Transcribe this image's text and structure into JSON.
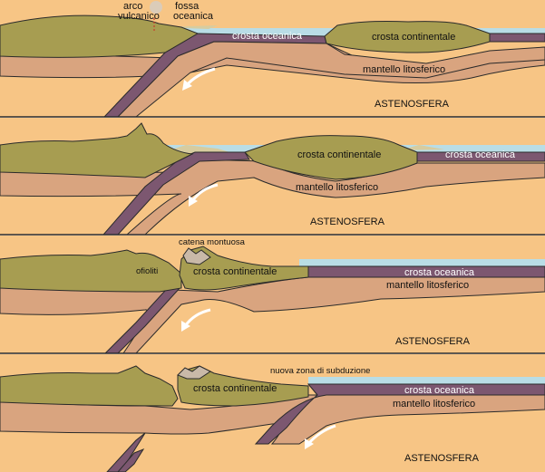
{
  "colors": {
    "asthenosphere": "#f7c585",
    "lithospheric_mantle": "#d9a47f",
    "continental_crust": "#a79d51",
    "oceanic_crust": "#7c5770",
    "ocean": "#b9dde6",
    "beach": "#d7cc9f",
    "outline": "#2a2a2a",
    "arrow": "#ffffff"
  },
  "panels": [
    {
      "labels": {
        "volcanic_arc": [
          "arco",
          "vulcanico"
        ],
        "trench": [
          "fossa",
          "oceanica"
        ],
        "oceanic_crust": "crosta oceanica",
        "continental_crust": "crosta continentale",
        "lithospheric_mantle": "mantello litosferico",
        "asthenosphere": "ASTENOSFERA"
      }
    },
    {
      "labels": {
        "continental_crust": "crosta continentale",
        "oceanic_crust": "crosta oceanica",
        "lithospheric_mantle": "mantello litosferico",
        "asthenosphere": "ASTENOSFERA"
      }
    },
    {
      "labels": {
        "mountain_chain": "catena montuosa",
        "ophiolites": "ofioliti",
        "continental_crust": "crosta continentale",
        "oceanic_crust": "crosta oceanica",
        "lithospheric_mantle": "mantello litosferico",
        "asthenosphere": "ASTENOSFERA"
      }
    },
    {
      "labels": {
        "new_subduction_zone": "nuova zona di subduzione",
        "continental_crust": "crosta continentale",
        "oceanic_crust": "crosta oceanica",
        "lithospheric_mantle": "mantello litosferico",
        "asthenosphere": "ASTENOSFERA"
      }
    }
  ]
}
